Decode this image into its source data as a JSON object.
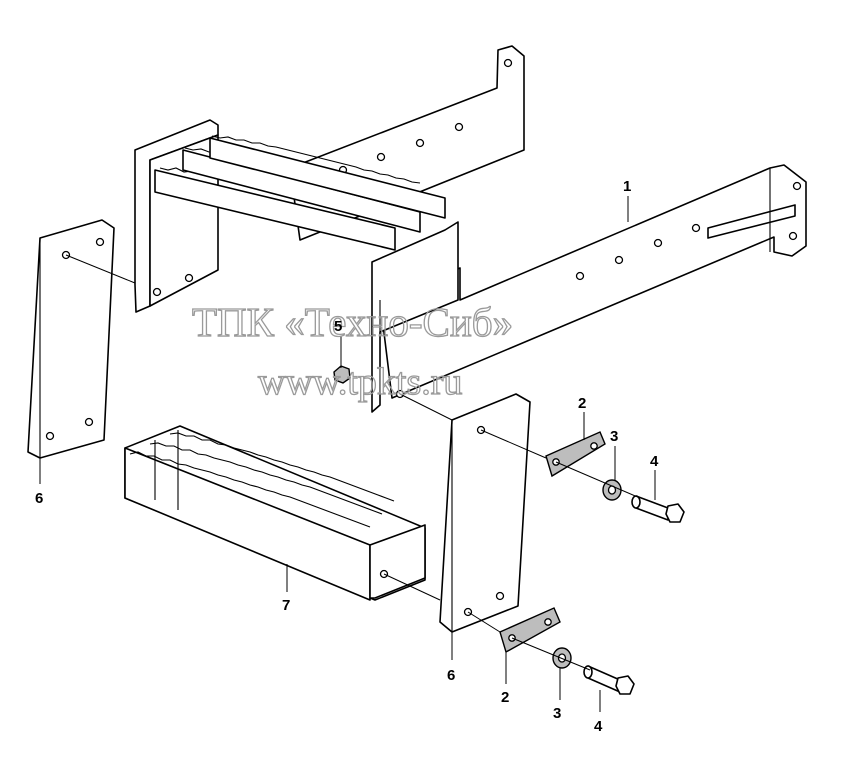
{
  "watermark": {
    "line1": "ТПК «Техно-Сиб»",
    "line2": "www.tpkts.ru"
  },
  "callouts": [
    "1",
    "2",
    "3",
    "4",
    "5",
    "6",
    "7"
  ],
  "colors": {
    "line": "#000000",
    "background": "#ffffff",
    "watermark": "#9a9a9a",
    "washer_fill": "#bdbdbd"
  }
}
